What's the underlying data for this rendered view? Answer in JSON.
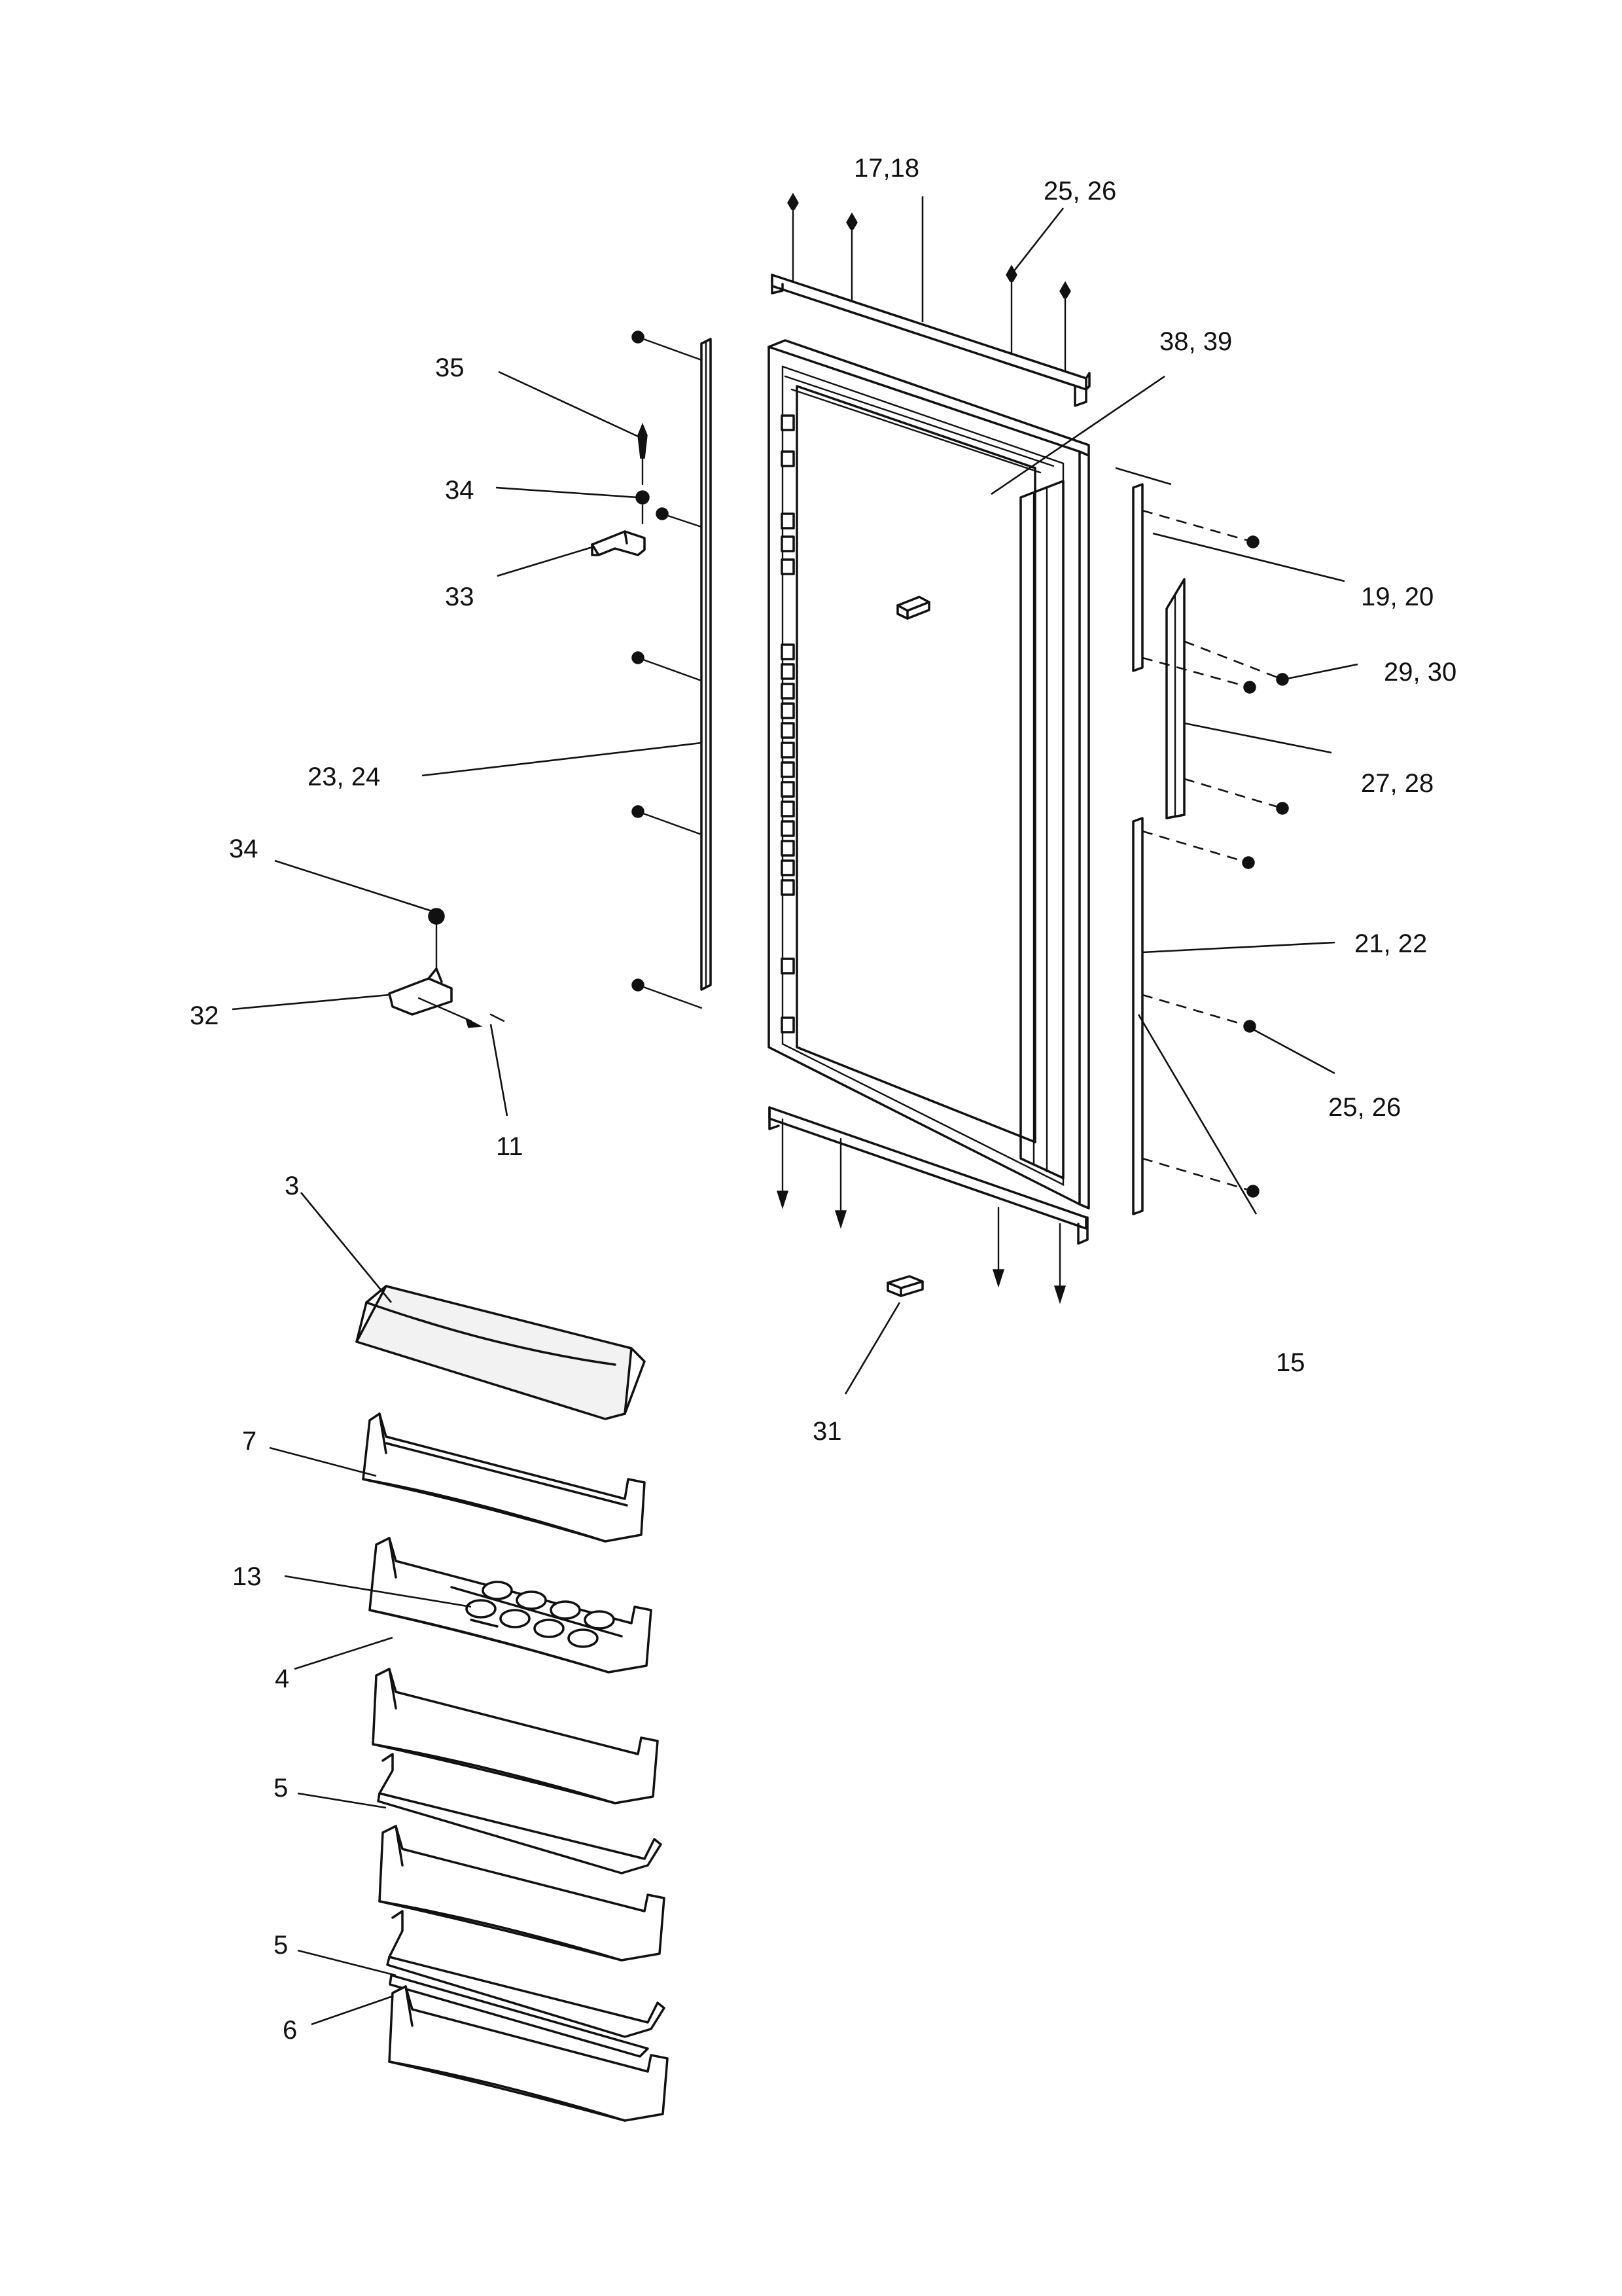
{
  "diagram": {
    "callouts": [
      {
        "id": "c1718",
        "text": "17,18"
      },
      {
        "id": "c2526a",
        "text": "25, 26"
      },
      {
        "id": "c3839",
        "text": "38, 39"
      },
      {
        "id": "c35",
        "text": "35"
      },
      {
        "id": "c34a",
        "text": "34"
      },
      {
        "id": "c33",
        "text": "33"
      },
      {
        "id": "c1920",
        "text": "19, 20"
      },
      {
        "id": "c2930",
        "text": "29, 30"
      },
      {
        "id": "c2728",
        "text": "27, 28"
      },
      {
        "id": "c2324",
        "text": "23, 24"
      },
      {
        "id": "c34b",
        "text": "34"
      },
      {
        "id": "c2122",
        "text": "21, 22"
      },
      {
        "id": "c32",
        "text": "32"
      },
      {
        "id": "c11",
        "text": "11"
      },
      {
        "id": "c2526b",
        "text": "25, 26"
      },
      {
        "id": "c3",
        "text": "3"
      },
      {
        "id": "c15",
        "text": "15"
      },
      {
        "id": "c31",
        "text": "31"
      },
      {
        "id": "c7",
        "text": "7"
      },
      {
        "id": "c13",
        "text": "13"
      },
      {
        "id": "c4",
        "text": "4"
      },
      {
        "id": "c5a",
        "text": "5"
      },
      {
        "id": "c5b",
        "text": "5"
      },
      {
        "id": "c6",
        "text": "6"
      }
    ]
  }
}
